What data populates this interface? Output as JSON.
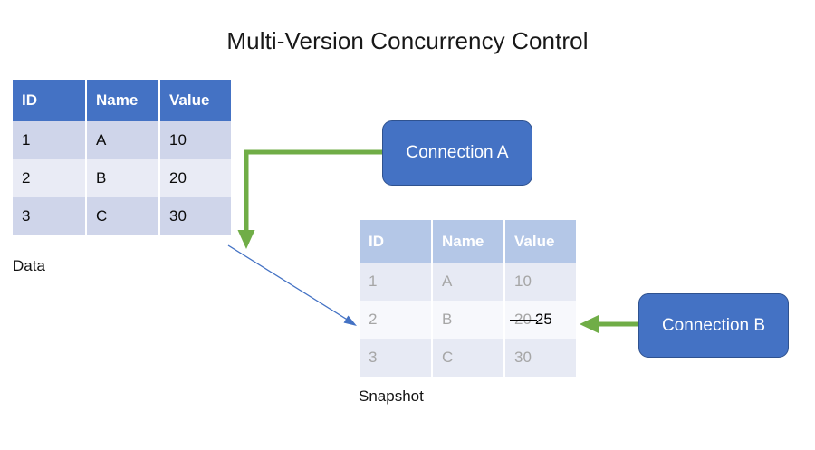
{
  "page": {
    "title": "Multi-Version Concurrency Control",
    "background_color": "#FFFFFF"
  },
  "colors": {
    "header_blue": "#4472C4",
    "header_blue_faded": "#B4C7E7",
    "row_dark": "#CFD5EA",
    "row_light": "#E9EBF5",
    "row_dark_faded": "#E7EAF4",
    "row_light_faded": "#F7F8FC",
    "faded_text": "#A6A6A6",
    "arrow_green": "#70AD47",
    "arrow_blue": "#4472C4",
    "box_fill": "#4472C4",
    "box_border": "#2F528F",
    "box_text": "#FFFFFF"
  },
  "data_table": {
    "caption": "Data",
    "columns": [
      "ID",
      "Name",
      "Value"
    ],
    "rows": [
      [
        "1",
        "A",
        "10"
      ],
      [
        "2",
        "B",
        "20"
      ],
      [
        "3",
        "C",
        "30"
      ]
    ]
  },
  "snapshot_table": {
    "caption": "Snapshot",
    "columns": [
      "ID",
      "Name",
      "Value"
    ],
    "rows": [
      {
        "id": "1",
        "name": "A",
        "value": "10",
        "value_old": "",
        "value_new": "",
        "modified": false
      },
      {
        "id": "2",
        "name": "B",
        "value": "",
        "value_old": "20",
        "value_new": "25",
        "modified": true
      },
      {
        "id": "3",
        "name": "C",
        "value": "30",
        "value_old": "",
        "value_new": "",
        "modified": false
      }
    ]
  },
  "connections": {
    "a": {
      "label": "Connection A"
    },
    "b": {
      "label": "Connection B"
    }
  },
  "arrows": [
    {
      "name": "connection-a-to-data",
      "color": "#70AD47",
      "style": "elbow",
      "from": "Connection A",
      "to": "Data table"
    },
    {
      "name": "data-to-snapshot",
      "color": "#4472C4",
      "style": "diagonal-thin",
      "from": "Data table",
      "to": "Snapshot table"
    },
    {
      "name": "connection-b-to-snapshot",
      "color": "#70AD47",
      "style": "straight",
      "from": "Connection B",
      "to": "Snapshot row 2 value"
    }
  ]
}
